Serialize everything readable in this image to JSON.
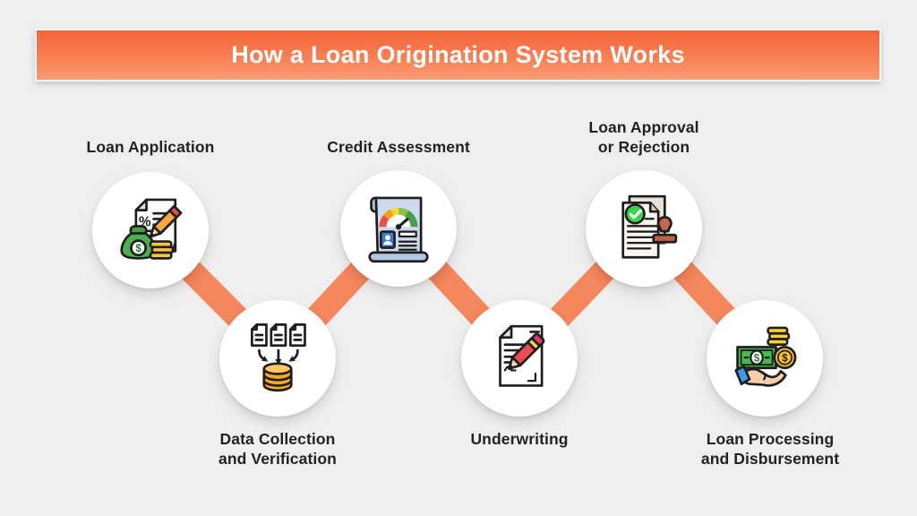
{
  "colors": {
    "background": "#EFEFEF",
    "banner_gradient_top": "#F3653A",
    "banner_gradient_bottom": "#FA9C73",
    "connector": "#F6865C",
    "title_text": "#FFFFFF",
    "label_text": "#222222",
    "circle_fill": "#FFFFFF"
  },
  "glyphs": {
    "percent": "%",
    "dollar": "$"
  },
  "header": {
    "title": "How a Loan Origination System Works"
  },
  "flow": {
    "steps": [
      {
        "label": "Loan Application",
        "lines": [
          "Loan Application"
        ],
        "icon": "loan-application-icon",
        "row": "top"
      },
      {
        "label": "Data Collection and Verification",
        "lines": [
          "Data Collection",
          "and Verification"
        ],
        "icon": "data-collection-icon",
        "row": "bottom"
      },
      {
        "label": "Credit Assessment",
        "lines": [
          "Credit Assessment"
        ],
        "icon": "credit-assessment-icon",
        "row": "top"
      },
      {
        "label": "Underwriting",
        "lines": [
          "Underwriting"
        ],
        "icon": "underwriting-icon",
        "row": "bottom"
      },
      {
        "label": "Loan Approval or Rejection",
        "lines": [
          "Loan Approval",
          "or Rejection"
        ],
        "icon": "loan-approval-icon",
        "row": "top"
      },
      {
        "label": "Loan Processing and Disbursement",
        "lines": [
          "Loan Processing",
          "and Disbursement"
        ],
        "icon": "loan-processing-icon",
        "row": "bottom"
      }
    ]
  }
}
